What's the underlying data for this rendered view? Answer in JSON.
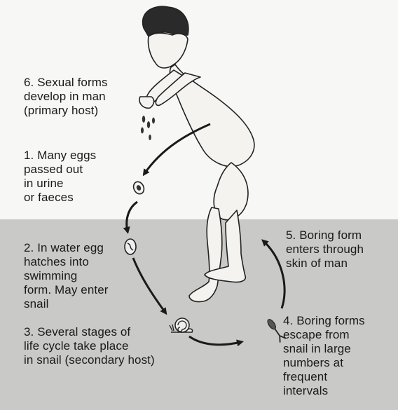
{
  "stages": {
    "s6": "6. Sexual forms\n    develop in man\n    (primary host)",
    "s1": "1. Many eggs\n    passed out\n    in urine\n    or faeces",
    "s2": "2. In water egg\n    hatches into\n    swimming\n    form. May enter\n    snail",
    "s3": "3. Several stages of\n    life cycle take place\n    in snail (secondary host)",
    "s4": "4. Boring forms\n    escape from\n    snail in large\n    numbers at\n    frequent\n    intervals",
    "s5": "5. Boring form\n    enters through\n    skin of man"
  },
  "colors": {
    "water": "#c9c9c7",
    "background": "#f7f7f5",
    "ink": "#1a1a1a"
  },
  "icons": [
    "human-figure",
    "egg-icon",
    "hatching-egg-icon",
    "snail-icon",
    "boring-form-icon"
  ]
}
